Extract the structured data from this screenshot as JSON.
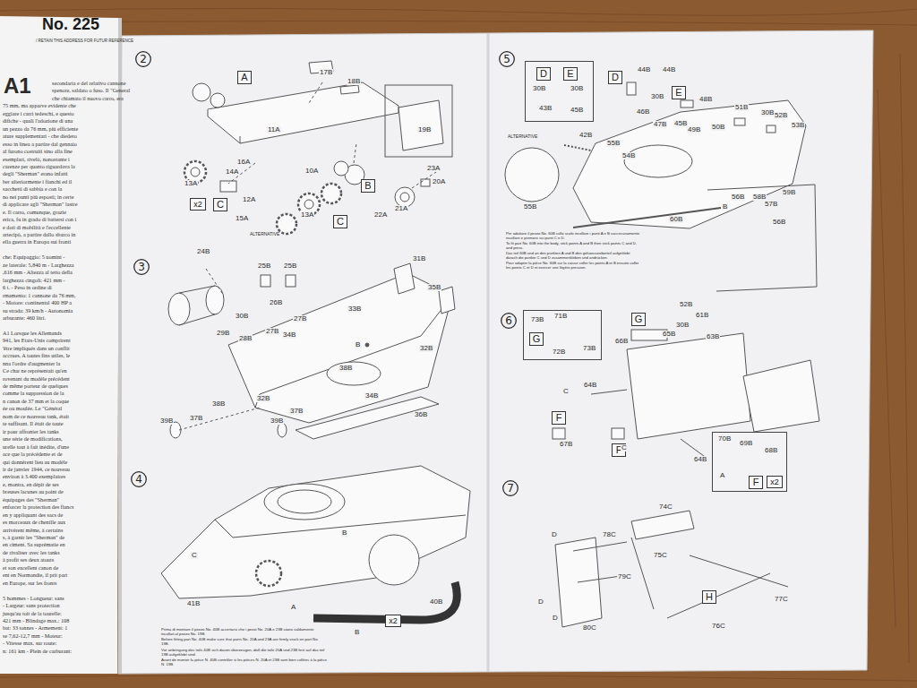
{
  "diagram": {
    "title": "No. 225",
    "nodes": [
      {
        "text": [
          "2"
        ]
      },
      {
        "text": [
          "A"
        ]
      },
      {
        "text": [
          "B"
        ]
      },
      {
        "text": [
          "x2"
        ]
      },
      {
        "text": [
          "C"
        ]
      },
      {
        "text": [
          "C"
        ]
      },
      {
        "text": [
          "3"
        ]
      },
      {
        "text": [
          "4"
        ]
      },
      {
        "text": [
          "x2"
        ]
      },
      {
        "text": [
          "5"
        ]
      },
      {
        "text": [
          "30B",
          "30B",
          "43B",
          "45B"
        ]
      },
      {
        "text": [
          "D"
        ],
        "in": 10
      },
      {
        "text": [
          "E"
        ],
        "in": 10
      },
      {
        "text": [
          "D"
        ]
      },
      {
        "text": [
          "E"
        ]
      },
      {
        "text": [
          "6"
        ]
      },
      {
        "text": [
          "73B",
          "71B",
          "72B",
          "73B"
        ]
      },
      {
        "text": [
          "G"
        ],
        "in": 16
      },
      {
        "text": [
          "G"
        ]
      },
      {
        "text": [
          "F"
        ]
      },
      {
        "text": [
          "F"
        ]
      },
      {
        "text": [
          "70B",
          "69B",
          "68B",
          "A"
        ]
      },
      {
        "text": [
          "F"
        ],
        "in": 21
      },
      {
        "text": [
          "x2"
        ],
        "in": 21
      },
      {
        "text": [
          "7"
        ]
      },
      {
        "text": [
          "H"
        ]
      }
    ],
    "labels": [
      "/ RETAIN THIS ADDRESS FOR FUTUR REFERENCE",
      "A1",
      "secondaria e del relativo cannone",
      "spenore, saldato o fuso. Il \"General",
      "che chiamato il nuovo carro, era",
      "75 mm, ma apparve evidente che",
      "eggiare i carri tedeschi, e questo",
      "difiche - quali l'adozione di una",
      "un pezzo da 76 mm, più efficiente",
      "ature supplementari - che diedero",
      "esso in linea a partire dal gennaio",
      "al furono costruiti sino alla fine",
      "esemplari, rivelò, nonostante i",
      "carenze per quanto riguardava la",
      "degli \"Sherman\" erano infatti",
      "ber ulteriormente i fianchi ed il",
      "sacchetti di sabbia e con la",
      "no nei punti più esposti; in certe",
      "di applicare agli \"Sherman\" lastre",
      "e. Il carro, comunque, grazie",
      "erica, fu in grado di battersi con i",
      "e doti di mobilità e l'eccellente",
      "artecipò, a partire dallo sbarco in",
      "ella guerra in Europa sui fronti",
      "che: Equipaggio: 5 uomini -",
      "ze laterale: 5,840 m - Larghezza",
      ",616 mm - Altezza al tetto della",
      "larghezza cingoli: 421 mm -",
      "6 t. - Peso in ordine di",
      "rmamento: 1 cannone da 76 mm,",
      "- Motore: continental 400 HP a",
      "su strada: 39 km/h - Autonomia",
      "arburante: 460 litri.",
      "A1 Lorsque les Allemands",
      "941, les Etats-Unis comprirent",
      "'être impliqués dans un conflit",
      "accrues. A toutes fins utiles, le",
      "nna l'ordre d'augmenter la",
      "Ce char ne représentait qu'en",
      "rovenant du modèle précédent",
      "de même porteur de quelques",
      "comme la suppression de la",
      "n canon de 37 mm et la coque",
      "ée ou moulée. Le \"Général",
      "nom de ce nouveau tank, était",
      "te suffisant. Il était de toute",
      "ir pour affronter les tanks",
      "une série de modifications,",
      "urelle tout à fait inédite, d'une",
      "ace que la précédente et de",
      "qui donnèrent lieu au modèle",
      "ir de janvier 1944, ce nouveau",
      "environ à 3.400 exemplaires",
      "e, montra, en dépit de ses",
      "breuses lacunes au point de",
      "équipages des \"Sherman\"",
      "enforcer la protection des flancs",
      "en y appliquant des sacs de",
      "es morceaux de chenille aux",
      "arrivèrent même, à certains",
      "s, à garnir les \"Sherman\" de",
      "en ciment. Sa suprématie en",
      "de rivaliser avec les tanks",
      "à profit ses deux atouts",
      "et son excellent canon de",
      "ent en Normandie, il prit part",
      "en Europe, sur les fronts",
      "5 hommes - Longueur: sans",
      "- Largeur: sans protection",
      "jusqu'au toit de la tourelle:",
      "421 mm - Blindage max.: 108",
      "bat: 33 tonnes - Armement: 1",
      "se 7,62-12,7 mm - Moteur:",
      "- Vitesse max. sur route:",
      "n: 161 km - Plein de carburant:",
      "17B",
      "18B",
      "11A",
      "16A",
      "10A",
      "14A",
      "13A",
      "12A",
      "15A",
      "13A",
      "ALTERNATIVE",
      "19B",
      "23A",
      "20A",
      "21A",
      "22A",
      "24B",
      "25B",
      "25B",
      "31B",
      "35B",
      "26B",
      "30B",
      "27B",
      "27B",
      "29B",
      "28B",
      "34B",
      "33B",
      "B",
      "38B",
      "32B",
      "34B",
      "32B",
      "38B",
      "37B",
      "37B",
      "39B",
      "39B",
      "36B",
      "C",
      "B",
      "41B",
      "A",
      "B",
      "40B",
      "Prima di montare il pezzo No. 40B accertarsi che i pezzi No. 20A e 23B siano saldamente incollati al pezzo No. 19B.",
      "Before fitting part No. 40B make sure that parts No. 20A and 23A are firmly stuck on part No. 19B.",
      "Vor anbringung des teils 40B sich davon überzeugen, daß die teile 20A und 23B fest auf das teil 19B aufgeklebt sind.",
      "Avant de monter la pièce N. 40B contrôler si les pièces N. 20A et 23B sont bien collées à la pièce N. 19B.",
      "ALTERNATIVE",
      "42B",
      "55B",
      "54B",
      "44B",
      "44B",
      "30B",
      "46B",
      "47B",
      "45B",
      "48B",
      "49B",
      "50B",
      "51B",
      "30B",
      "52B",
      "53B",
      "55B",
      "B",
      "60B",
      "56B",
      "58B",
      "59B",
      "57B",
      "56B",
      "Per adattare il pezzo No. 60B sullo scafo incollare i punti A e B successivamente incollare e premere sui punti C e D.",
      "To fit part No. 60B into the body, stick points A and B then stick points C and D, and press.",
      "Das teil 60B und an den punkten A und B den gehaeuseoberteil aufgeklebt darach die punkte C und D zusammenkleben und andrücken.",
      "Pour adapter la pièce No. 60B sur la caisse coller les points A et B ensuite coller les points C et D et exercer une légère pression.",
      "52B",
      "61B",
      "30B",
      "65B",
      "63B",
      "66B",
      "64B",
      "C",
      "67B",
      "C",
      "64B",
      "74C",
      "78C",
      "D",
      "75C",
      "79C",
      "D",
      "D",
      "80C",
      "76C",
      "77C"
    ]
  }
}
